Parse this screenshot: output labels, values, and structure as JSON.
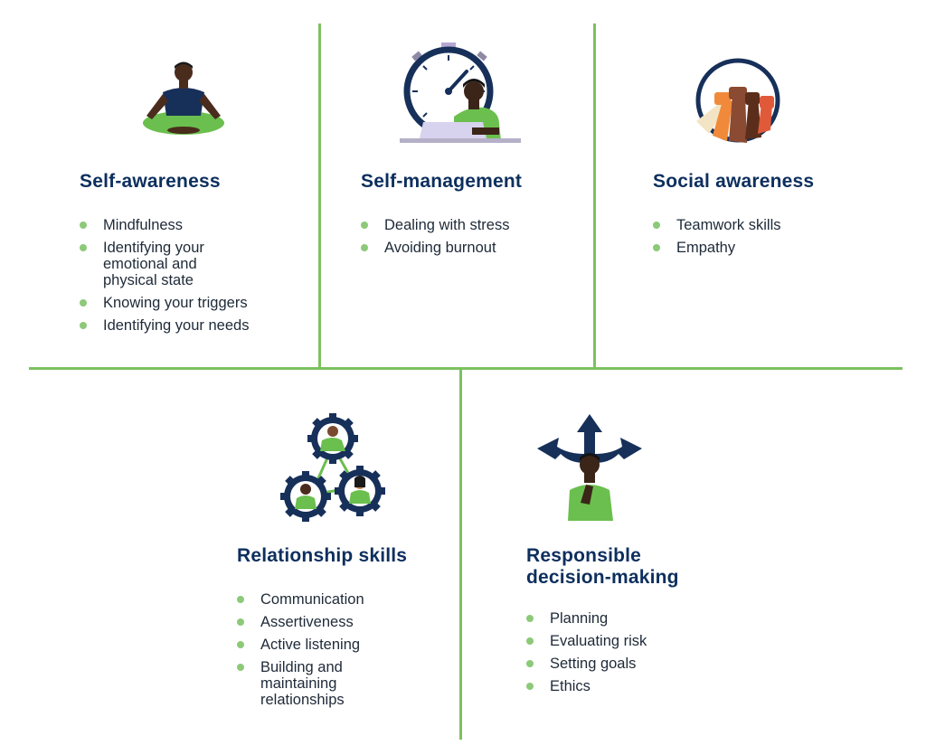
{
  "colors": {
    "divider": "#7cc15f",
    "heading": "#0d2f5e",
    "bullet": "#8cc978",
    "accent_green": "#6bbf4e",
    "navy": "#17305a"
  },
  "panels": [
    {
      "title": "Self-awareness",
      "icon": "meditation-icon",
      "items": [
        "Mindfulness",
        "Identifying your emotional and physical state",
        "Knowing your triggers",
        "Identifying your needs"
      ]
    },
    {
      "title": "Self-management",
      "icon": "stopwatch-icon",
      "items": [
        "Dealing with stress",
        "Avoiding burnout"
      ]
    },
    {
      "title": "Social awareness",
      "icon": "raised-fists-icon",
      "items": [
        "Teamwork skills",
        "Empathy"
      ]
    },
    {
      "title": "Relationship skills",
      "icon": "connected-gears-icon",
      "items": [
        "Communication",
        "Assertiveness",
        "Active listening",
        "Building and maintaining relationships"
      ]
    },
    {
      "title": "Responsible decision-making",
      "icon": "crossroads-arrows-icon",
      "items": [
        "Planning",
        "Evaluating risk",
        "Setting goals",
        "Ethics"
      ]
    }
  ]
}
